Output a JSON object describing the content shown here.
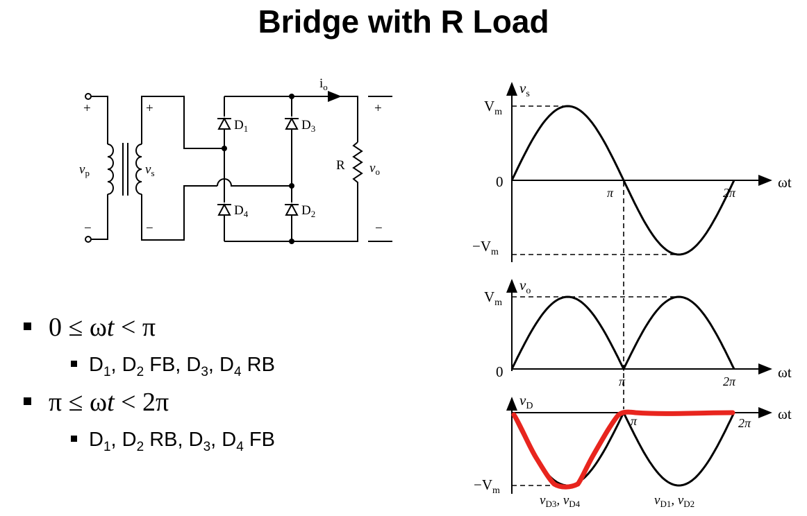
{
  "title": "Bridge with R Load",
  "circuit": {
    "plus": "+",
    "minus": "−",
    "vp": "v",
    "vp_sub": "p",
    "vs": "v",
    "vs_sub": "s",
    "io": "i",
    "io_sub": "o",
    "R": "R",
    "vo": "v",
    "vo_sub": "o",
    "d1": "D",
    "d1_sub": "1",
    "d2": "D",
    "d2_sub": "2",
    "d3": "D",
    "d3_sub": "3",
    "d4": "D",
    "d4_sub": "4"
  },
  "bullets": [
    {
      "cond": "0 ≤ ωt < π",
      "cond_parts": [
        "0 ≤ ω",
        "t",
        " < π"
      ],
      "sub": {
        "d1": "D",
        "n1": "1",
        "d2": ", D",
        "n2": "2",
        "t1": " FB, D",
        "n3": "3",
        "t2": ", D",
        "n4": "4",
        "t3": " RB"
      }
    },
    {
      "cond": "π ≤ ωt < 2π",
      "cond_parts": [
        "π ≤ ω",
        "t",
        " < 2π"
      ],
      "sub": {
        "d1": "D",
        "n1": "1",
        "d2": ", D",
        "n2": "2",
        "t1": " RB, D",
        "n3": "3",
        "t2": ", D",
        "n4": "4",
        "t3": " FB"
      }
    }
  ],
  "plots": {
    "vs": {
      "label": "v",
      "label_sub": "s",
      "vm": "V",
      "vm_sub": "m",
      "zero": "0",
      "nvm": "−V",
      "nvm_sub": "m",
      "pi": "π",
      "twopi": "2π",
      "wt": "ωt"
    },
    "vo": {
      "label": "v",
      "label_sub": "o",
      "vm": "V",
      "vm_sub": "m",
      "zero": "0",
      "pi": "π",
      "twopi": "2π",
      "wt": "ωt"
    },
    "vd": {
      "label": "v",
      "label_sub": "D",
      "nvm": "−V",
      "nvm_sub": "m",
      "pi": "π",
      "twopi": "2π",
      "wt": "ωt",
      "lbl1": "v",
      "lbl1_s1": "D3",
      "lbl1_mid": ", v",
      "lbl1_s2": "D4",
      "lbl2": "v",
      "lbl2_s1": "D1",
      "lbl2_mid": ", v",
      "lbl2_s2": "D2"
    }
  },
  "colors": {
    "annotation": "#e8251e",
    "ink": "#000000"
  }
}
